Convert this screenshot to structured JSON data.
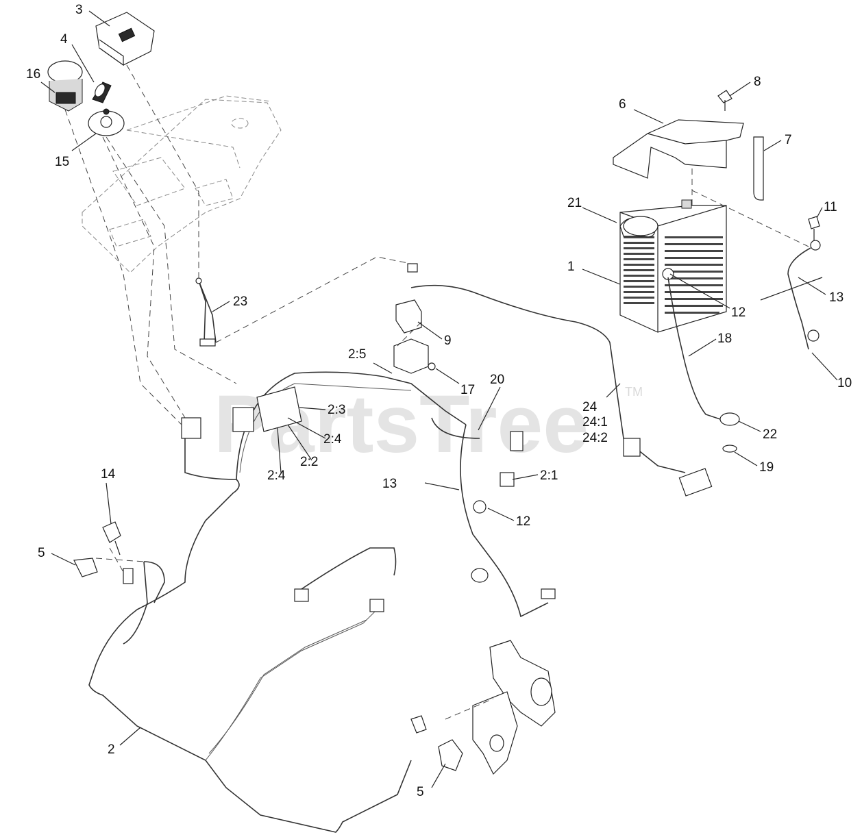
{
  "watermark": {
    "text": "PartsTree",
    "tm": "TM"
  },
  "callouts": {
    "c1": "1",
    "c2": "2",
    "c2_1": "2:1",
    "c2_2": "2:2",
    "c2_3": "2:3",
    "c2_4a": "2:4",
    "c2_4b": "2:4",
    "c2_5": "2:5",
    "c3": "3",
    "c4": "4",
    "c5a": "5",
    "c5b": "5",
    "c6": "6",
    "c7": "7",
    "c8": "8",
    "c9": "9",
    "c10": "10",
    "c11": "11",
    "c12a": "12",
    "c12b": "12",
    "c13a": "13",
    "c13b": "13",
    "c14": "14",
    "c15": "15",
    "c16": "16",
    "c17": "17",
    "c18": "18",
    "c19": "19",
    "c20": "20",
    "c21": "21",
    "c22": "22",
    "c23": "23",
    "c24": "24",
    "c24_1": "24:1",
    "c24_2": "24:2"
  },
  "colors": {
    "ink": "#111111",
    "line": "#222222",
    "watermark": "#000000"
  }
}
